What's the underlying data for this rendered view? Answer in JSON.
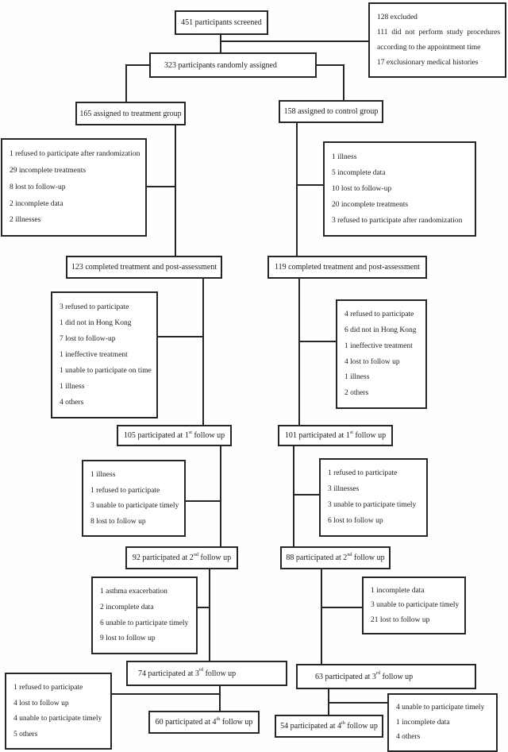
{
  "diagram": {
    "screened": {
      "label": "451 participants screened"
    },
    "excluded": {
      "lines": [
        "128 excluded",
        "111 did not perform study procedures",
        "according to the appointment time",
        "17 exclusionary medical histories"
      ]
    },
    "randomized": {
      "label": "323 participants randomly assigned"
    },
    "treatment": {
      "assigned": {
        "label": "165 assigned to treatment group"
      },
      "dropout1": {
        "lines": [
          "1 refused to participate after randomization",
          "29 incomplete treatments",
          "8 lost to follow-up",
          "2 incomplete data",
          "2 illnesses"
        ]
      },
      "completed": {
        "label": "123 completed treatment and post-assessment"
      },
      "dropout2": {
        "lines": [
          "3 refused to participate",
          "1 did not in Hong Kong",
          "7 lost to follow-up",
          "1 ineffective treatment",
          "1 unable to participate on time",
          "1 illness",
          "4 others"
        ]
      },
      "followup1": {
        "pre": "105 participated at 1",
        "sup": "st",
        "post": " follow up"
      },
      "dropout3": {
        "lines": [
          "1 illness",
          "1 refused to participate",
          "3 unable to participate timely",
          "8 lost to follow up"
        ]
      },
      "followup2": {
        "pre": "92 participated at 2",
        "sup": "nd",
        "post": " follow up"
      },
      "dropout4": {
        "lines": [
          "1 asthma exacerbation",
          "2 incomplete data",
          "6 unable to participate timely",
          "9 lost to follow up"
        ]
      },
      "followup3": {
        "pre": "74 participated at 3",
        "sup": "rd",
        "post": " follow up"
      },
      "dropout5": {
        "lines": [
          "1 refused to participate",
          "4 lost to follow up",
          "4 unable to participate timely",
          "5 others"
        ]
      },
      "followup4": {
        "pre": "60 participated at 4",
        "sup": "th",
        "post": " follow up"
      }
    },
    "control": {
      "assigned": {
        "label": "158 assigned to control group"
      },
      "dropout1": {
        "lines": [
          "1 illness",
          "5 incomplete data",
          "10 lost to follow-up",
          "20 incomplete treatments",
          "3 refused to participate after randomization"
        ]
      },
      "completed": {
        "label": "119 completed treatment and post-assessment"
      },
      "dropout2": {
        "lines": [
          "4 refused to participate",
          "6 did not in Hong Kong",
          "1 ineffective treatment",
          "4 lost to follow up",
          "1 illness",
          "2 others"
        ]
      },
      "followup1": {
        "pre": "101 participated at 1",
        "sup": "st",
        "post": " follow up"
      },
      "dropout3": {
        "lines": [
          "1 refused to participate",
          "3 illnesses",
          "3 unable to participate timely",
          "6 lost to follow up"
        ]
      },
      "followup2": {
        "pre": "88 participated at 2",
        "sup": "nd",
        "post": " follow up"
      },
      "dropout4": {
        "lines": [
          "1 incomplete data",
          "3 unable to participate timely",
          "21 lost to follow up"
        ]
      },
      "followup3": {
        "pre": "63 participated at 3",
        "sup": "rd",
        "post": " follow up"
      },
      "dropout5": {
        "lines": [
          "4 unable to participate timely",
          "1 incomplete data",
          "4 others"
        ]
      },
      "followup4": {
        "pre": "54 participated at 4",
        "sup": "th",
        "post": " follow up"
      }
    },
    "colors": {
      "line": "#262626",
      "background": "#ffffff",
      "text": "#1c1c1c"
    }
  }
}
